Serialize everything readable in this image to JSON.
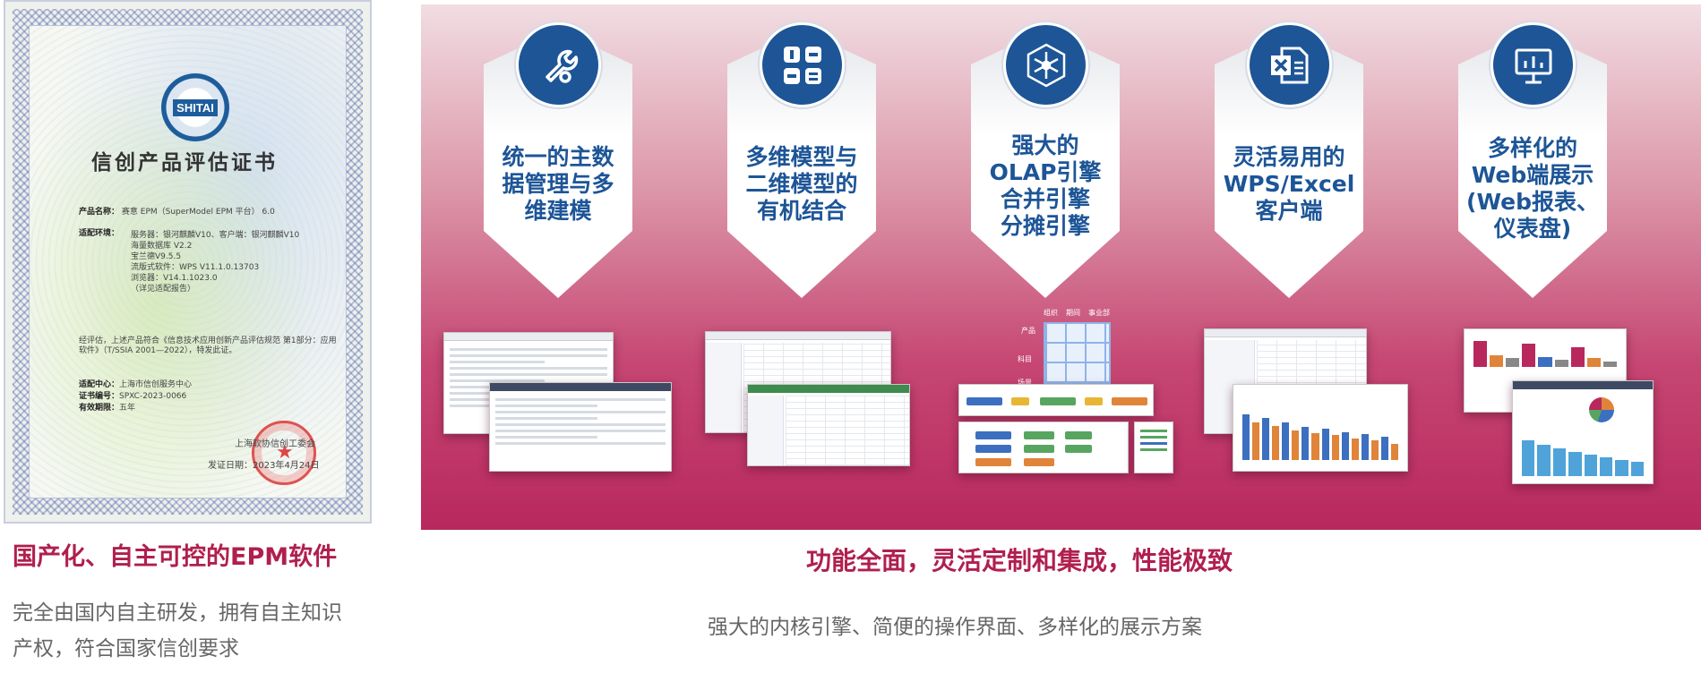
{
  "certificate": {
    "logo_text": "SHITAI",
    "title": "信创产品评估证书",
    "product_label": "产品名称：",
    "product_value": "赛意 EPM（SuperModel EPM 平台） 6.0",
    "env_label": "适配环境：",
    "env_lines": [
      "服务器：银河麒麟V10、客户端：银河麒麟V10",
      "海量数据库 V2.2",
      "宝兰德V9.5.5",
      "流版式软件：WPS V11.1.0.13703",
      "浏览器：V14.1.1023.0",
      "（详见适配报告）"
    ],
    "assessment_text": "经评估，上述产品符合《信息技术应用创新产品评估规范 第1部分：应用软件》（T/SSIA 2001—2022），特发此证。",
    "center_label": "适配中心：",
    "center_value": "上海市信创服务中心",
    "cert_no_label": "证书编号：",
    "cert_no_value": "SPXC-2023-0066",
    "validity_label": "有效期限：",
    "validity_value": "五年",
    "issuer": "上海软协信创工委会",
    "issue_date": "发证日期：2023年4月24日"
  },
  "left": {
    "title": "国产化、自主可控的EPM软件",
    "description": "完全由国内自主研发，拥有自主知识产权，符合国家信创要求"
  },
  "features": [
    {
      "icon": "wrench-gear-icon",
      "title": "统一的主数\n据管理与多\n维建模"
    },
    {
      "icon": "calculator-icon",
      "title": "多维模型与\n二维模型的\n有机结合"
    },
    {
      "icon": "network-hub-icon",
      "title": "强大的\nOLAP引擎\n合并引擎\n分摊引擎"
    },
    {
      "icon": "excel-document-icon",
      "title": "灵活易用的\nWPS/Excel\n客户端"
    },
    {
      "icon": "presentation-board-icon",
      "title": "多样化的\nWeb端展示\n(Web报表、\n仪表盘)"
    }
  ],
  "olap_cube_labels": [
    "组织",
    "期间",
    "事业部",
    "产品",
    "科目",
    "场景"
  ],
  "banner": {
    "title": "功能全面，灵活定制和集成，性能极致",
    "description": "强大的内核引擎、简便的操作界面、多样化的展示方案"
  },
  "colors": {
    "accent_red": "#b01f4e",
    "icon_blue": "#1d5597",
    "banner_bottom": "#b8285d"
  }
}
